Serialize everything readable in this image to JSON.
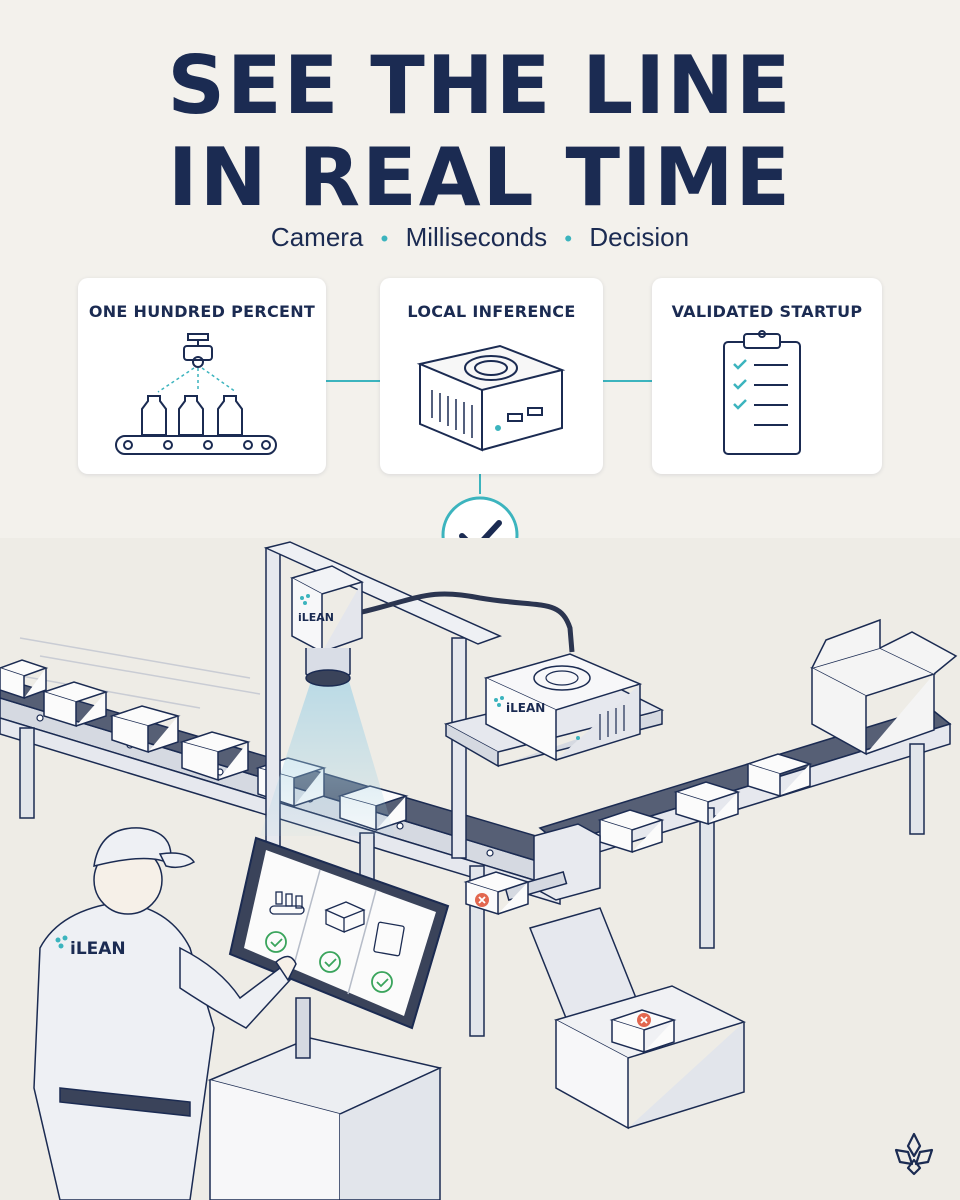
{
  "headline": {
    "line1": "SEE THE LINE",
    "line2": "IN REAL TIME"
  },
  "subtitle": {
    "items": [
      "Camera",
      "Milliseconds",
      "Decision"
    ],
    "separator": "•"
  },
  "cards": [
    {
      "title": "ONE HUNDRED PERCENT",
      "icon": "camera-over-bottles-icon"
    },
    {
      "title": "LOCAL INFERENCE",
      "icon": "edge-computer-icon"
    },
    {
      "title": "VALIDATED STARTUP",
      "icon": "clipboard-checklist-icon"
    }
  ],
  "brand": {
    "name": "iLEAN"
  },
  "colors": {
    "navy": "#1b2b52",
    "teal": "#3cb4be",
    "background": "#f3f1ec",
    "reject": "#e2674f",
    "ok": "#3aa45c"
  }
}
